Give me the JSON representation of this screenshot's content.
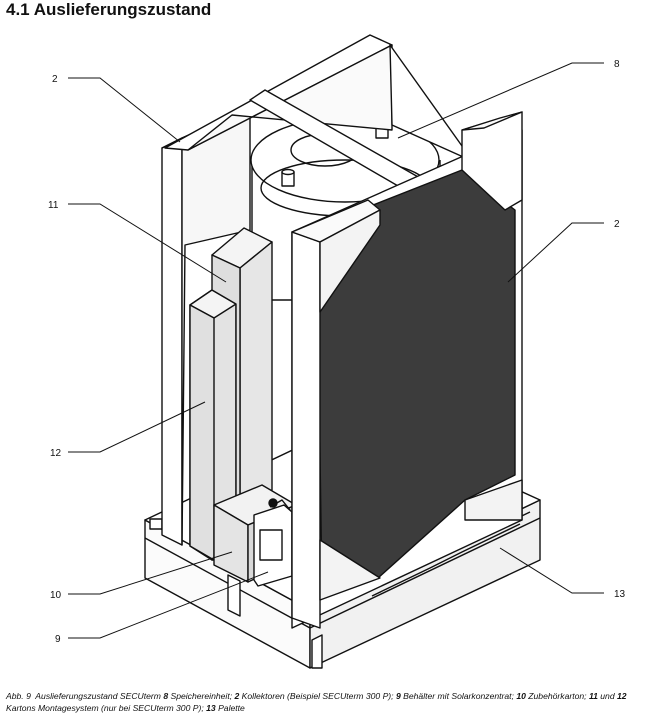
{
  "section": {
    "heading": "4.1 Auslieferungszustand"
  },
  "figure": {
    "callouts": [
      {
        "id": "c2-left",
        "label": "2"
      },
      {
        "id": "c11",
        "label": "11"
      },
      {
        "id": "c12",
        "label": "12"
      },
      {
        "id": "c10",
        "label": "10"
      },
      {
        "id": "c9",
        "label": "9"
      },
      {
        "id": "c8",
        "label": "8"
      },
      {
        "id": "c2-right",
        "label": "2"
      },
      {
        "id": "c13",
        "label": "13"
      }
    ],
    "caption": {
      "prefix": "Abb. 9  Auslieferungszustand SECUterm ",
      "n8": "8",
      "t8": " Speichereinheit; ",
      "n2": "2",
      "t2": " Kollektoren (Beispiel SECUterm 300 P); ",
      "n9": "9",
      "t9": " Behälter mit Solarkonzentrat; ",
      "n10": "10",
      "t10": " Zubehörkarton; ",
      "n11": "11",
      "t11a": " und ",
      "n12": "12",
      "t12": " Kartons Montagesystem (nur bei SECUterm 300 P); ",
      "n13": "13",
      "t13": " Palette"
    }
  }
}
